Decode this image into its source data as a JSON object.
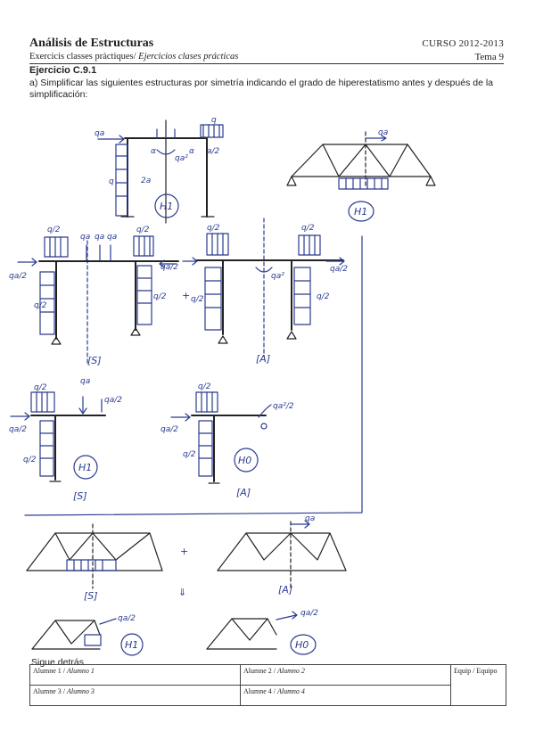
{
  "header": {
    "title": "Análisis de Estructuras",
    "subtitle_plain": "Exercicis classes pràctiques/",
    "subtitle_italic": " Ejercicios clases prácticas",
    "course": "CURSO 2012-2013",
    "tema": "Tema 9"
  },
  "exercise": {
    "title": "Ejercicio C.9.1",
    "statement": "a) Simplificar las siguientes estructuras por simetría indicando el grado de hiperestatismo antes y después de la simplificación:"
  },
  "sketch_labels": {
    "S1": "[S]",
    "A1": "[A]",
    "S2": "[S]",
    "A2": "[A]",
    "S3": "[S]",
    "A3": "[A]",
    "H1": "H1",
    "H0": "H0",
    "q": "q",
    "qa": "qa",
    "q2": "q/2",
    "qa2": "qa/2",
    "qa22": "qa²/2",
    "qa_sq": "qa²",
    "plus": "+",
    "arrow_down": "⇓",
    "alpha": "α",
    "two_a": "2a",
    "a2": "a/2"
  },
  "footer": {
    "more": "Sigue detrás",
    "students": [
      {
        "plain": "Alumne 1 / ",
        "italic": "Alumno 1"
      },
      {
        "plain": "Alumne 2 / ",
        "italic": "Alumno 2"
      },
      {
        "plain": "Alumne 3 / ",
        "italic": "Alumno 3"
      },
      {
        "plain": "Alumne 4 / ",
        "italic": "Alumno 4"
      }
    ],
    "team": "Equip / Equipo"
  }
}
